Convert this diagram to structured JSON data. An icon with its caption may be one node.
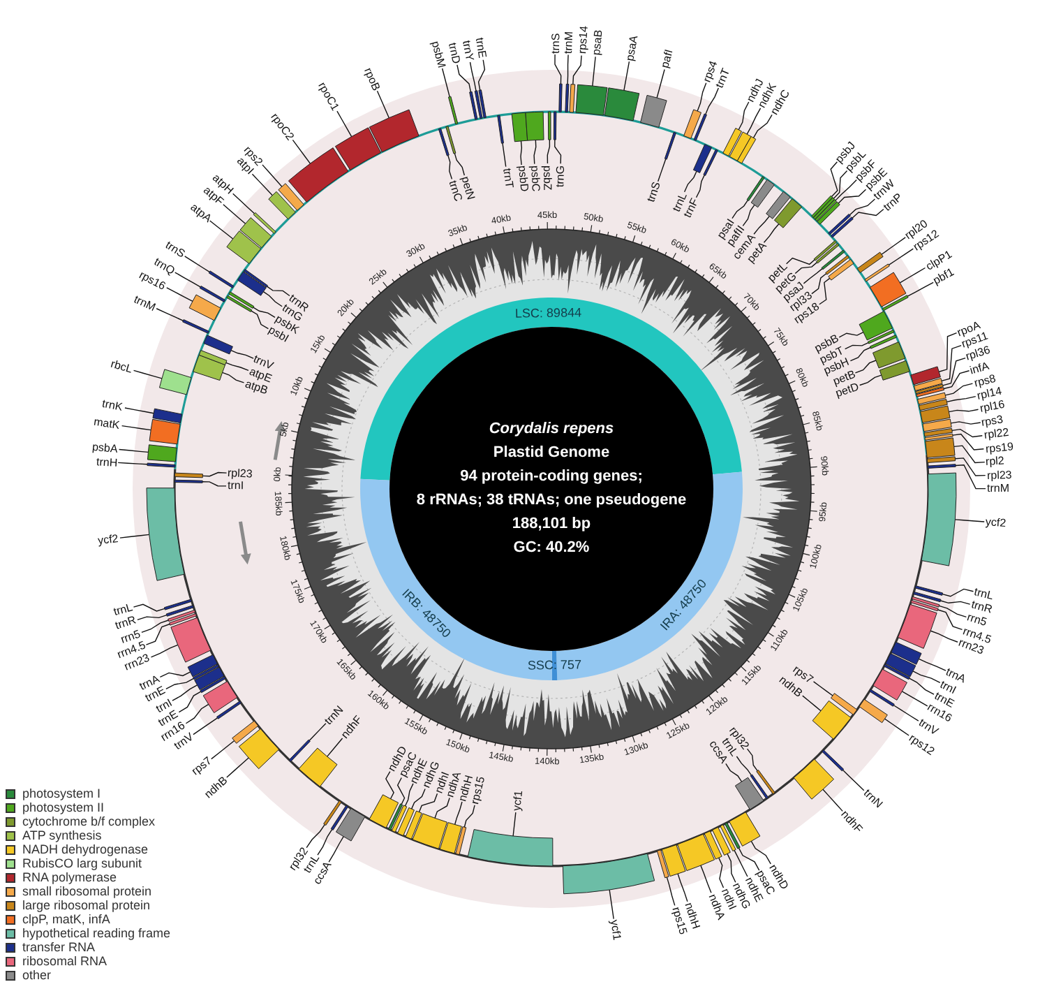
{
  "diagram": {
    "nodes": [
      {
        "text": [
          "Corydalis repens",
          "Plastid Genome",
          "94 protein-coding genes;",
          "8 rRNAs; 38 tRNAs; one pseudogene",
          "188,101 bp",
          "GC: 40.2%"
        ]
      },
      {
        "text": [
          "trnH"
        ]
      },
      {
        "text": [
          "psbA"
        ]
      },
      {
        "text": [
          "matK"
        ]
      },
      {
        "text": [
          "trnK"
        ]
      },
      {
        "text": [
          "rbcL"
        ]
      },
      {
        "text": [
          "atpB"
        ]
      },
      {
        "text": [
          "atpE"
        ]
      },
      {
        "text": [
          "trnV"
        ]
      },
      {
        "text": [
          "trnM"
        ]
      },
      {
        "text": [
          "rps16"
        ]
      },
      {
        "text": [
          "trnQ"
        ]
      },
      {
        "text": [
          "psbI"
        ]
      },
      {
        "text": [
          "psbK"
        ]
      },
      {
        "text": [
          "trnS"
        ]
      },
      {
        "text": [
          "trnG"
        ]
      },
      {
        "text": [
          "trnR"
        ]
      },
      {
        "text": [
          "atpA"
        ]
      },
      {
        "text": [
          "atpF"
        ]
      },
      {
        "text": [
          "atpH"
        ]
      },
      {
        "text": [
          "atpI"
        ]
      },
      {
        "text": [
          "rps2"
        ]
      },
      {
        "text": [
          "rpoC2"
        ]
      },
      {
        "text": [
          "rpoC1"
        ]
      },
      {
        "text": [
          "rpoB"
        ]
      },
      {
        "text": [
          "trnC"
        ]
      },
      {
        "text": [
          "petN"
        ]
      },
      {
        "text": [
          "psbM"
        ]
      },
      {
        "text": [
          "trnD"
        ]
      },
      {
        "text": [
          "trnY"
        ]
      },
      {
        "text": [
          "trnE"
        ]
      },
      {
        "text": [
          "trnT"
        ]
      },
      {
        "text": [
          "psbD"
        ]
      },
      {
        "text": [
          "psbC"
        ]
      },
      {
        "text": [
          "psbZ"
        ]
      },
      {
        "text": [
          "trnG"
        ]
      },
      {
        "text": [
          "trnS"
        ]
      },
      {
        "text": [
          "trnM"
        ]
      },
      {
        "text": [
          "rps14"
        ]
      },
      {
        "text": [
          "psaB"
        ]
      },
      {
        "text": [
          "psaA"
        ]
      },
      {
        "text": [
          "pafI"
        ]
      },
      {
        "text": [
          "trnS"
        ]
      },
      {
        "text": [
          "rps4"
        ]
      },
      {
        "text": [
          "trnT"
        ]
      },
      {
        "text": [
          "trnL"
        ]
      },
      {
        "text": [
          "trnF"
        ]
      },
      {
        "text": [
          "ndhJ"
        ]
      },
      {
        "text": [
          "ndhK"
        ]
      },
      {
        "text": [
          "ndhC"
        ]
      },
      {
        "text": [
          "psaI"
        ]
      },
      {
        "text": [
          "pafII"
        ]
      },
      {
        "text": [
          "cemA"
        ]
      },
      {
        "text": [
          "petA"
        ]
      },
      {
        "text": [
          "psbJ"
        ]
      },
      {
        "text": [
          "psbL"
        ]
      },
      {
        "text": [
          "psbF"
        ]
      },
      {
        "text": [
          "psbE"
        ]
      },
      {
        "text": [
          "trnW"
        ]
      },
      {
        "text": [
          "trnP"
        ]
      },
      {
        "text": [
          "petL"
        ]
      },
      {
        "text": [
          "petG"
        ]
      },
      {
        "text": [
          "psaJ"
        ]
      },
      {
        "text": [
          "rpl33"
        ]
      },
      {
        "text": [
          "rps18"
        ]
      },
      {
        "text": [
          "rpl20"
        ]
      },
      {
        "text": [
          "rps12"
        ]
      },
      {
        "text": [
          "clpP1"
        ]
      },
      {
        "text": [
          "psbB"
        ]
      },
      {
        "text": [
          "psbT"
        ]
      },
      {
        "text": [
          "pbf1"
        ]
      },
      {
        "text": [
          "psbH"
        ]
      },
      {
        "text": [
          "petB"
        ]
      },
      {
        "text": [
          "petD"
        ]
      },
      {
        "text": [
          "rpoA"
        ]
      },
      {
        "text": [
          "rps11"
        ]
      },
      {
        "text": [
          "rpl36"
        ]
      },
      {
        "text": [
          "infA"
        ]
      },
      {
        "text": [
          "rps8"
        ]
      },
      {
        "text": [
          "rpl14"
        ]
      },
      {
        "text": [
          "rpl16"
        ]
      },
      {
        "text": [
          "rps3"
        ]
      },
      {
        "text": [
          "rpl22"
        ]
      },
      {
        "text": [
          "rps19"
        ]
      },
      {
        "text": [
          "rpl2"
        ]
      },
      {
        "text": [
          "rpl23"
        ]
      },
      {
        "text": [
          "trnM"
        ]
      },
      {
        "text": [
          "ycf2"
        ]
      },
      {
        "text": [
          "trnL"
        ]
      },
      {
        "text": [
          "trnR"
        ]
      },
      {
        "text": [
          "rrn5"
        ]
      },
      {
        "text": [
          "rrn4.5"
        ]
      },
      {
        "text": [
          "rrn23"
        ]
      },
      {
        "text": [
          "trnA"
        ]
      },
      {
        "text": [
          "trnI"
        ]
      },
      {
        "text": [
          "trnE"
        ]
      },
      {
        "text": [
          "rrn16"
        ]
      },
      {
        "text": [
          "trnV"
        ]
      },
      {
        "text": [
          "rps12"
        ]
      },
      {
        "text": [
          "rps7"
        ]
      },
      {
        "text": [
          "ndhB"
        ]
      },
      {
        "text": [
          "trnN"
        ]
      },
      {
        "text": [
          "ndhF"
        ]
      },
      {
        "text": [
          "rpl32"
        ]
      },
      {
        "text": [
          "trnL"
        ]
      },
      {
        "text": [
          "ccsA"
        ]
      },
      {
        "text": [
          "ndhD"
        ]
      },
      {
        "text": [
          "psaC"
        ]
      },
      {
        "text": [
          "ndhE"
        ]
      },
      {
        "text": [
          "ndhG"
        ]
      },
      {
        "text": [
          "ndhI"
        ]
      },
      {
        "text": [
          "ndhA"
        ]
      },
      {
        "text": [
          "ndhH"
        ]
      },
      {
        "text": [
          "rps15"
        ]
      },
      {
        "text": [
          "ycf1"
        ]
      },
      {
        "text": [
          "ycf1"
        ]
      },
      {
        "text": [
          "rps15"
        ]
      },
      {
        "text": [
          "ndhH"
        ]
      },
      {
        "text": [
          "ndhA"
        ]
      },
      {
        "text": [
          "ndhI"
        ]
      },
      {
        "text": [
          "ndhG"
        ]
      },
      {
        "text": [
          "ndhE"
        ]
      },
      {
        "text": [
          "psaC"
        ]
      },
      {
        "text": [
          "ndhD"
        ]
      },
      {
        "text": [
          "ccsA"
        ]
      },
      {
        "text": [
          "trnL"
        ]
      },
      {
        "text": [
          "rpl32"
        ]
      },
      {
        "text": [
          "ndhF"
        ]
      },
      {
        "text": [
          "trnN"
        ]
      },
      {
        "text": [
          "ndhB"
        ]
      },
      {
        "text": [
          "rps7"
        ]
      },
      {
        "text": [
          "trnV"
        ]
      },
      {
        "text": [
          "rrn16"
        ]
      },
      {
        "text": [
          "trnE"
        ]
      },
      {
        "text": [
          "trnI"
        ]
      },
      {
        "text": [
          "trnE"
        ]
      },
      {
        "text": [
          "trnA"
        ]
      },
      {
        "text": [
          "rrn23"
        ]
      },
      {
        "text": [
          "rrn4.5"
        ]
      },
      {
        "text": [
          "rrn5"
        ]
      },
      {
        "text": [
          "trnR"
        ]
      },
      {
        "text": [
          "trnL"
        ]
      },
      {
        "text": [
          "ycf2"
        ]
      },
      {
        "text": [
          "trnI"
        ]
      },
      {
        "text": [
          "rpl23"
        ]
      },
      {
        "text": [],
        "shape": "bar"
      },
      {
        "text": [],
        "shape": "bar"
      },
      {
        "text": [],
        "shape": "bar"
      },
      {
        "text": [],
        "shape": "bar"
      },
      {
        "text": [],
        "shape": "bar"
      },
      {
        "text": [],
        "shape": "bar"
      },
      {
        "text": [],
        "shape": "bar"
      },
      {
        "text": [],
        "shape": "bar"
      },
      {
        "text": [],
        "shape": "bar"
      },
      {
        "text": [],
        "shape": "bar"
      },
      {
        "text": [],
        "shape": "bar"
      },
      {
        "text": [],
        "shape": "bar"
      },
      {
        "text": [],
        "shape": "bar"
      },
      {
        "text": [],
        "shape": "bar"
      },
      {
        "text": [],
        "shape": "bar"
      },
      {
        "text": [],
        "shape": "bar"
      },
      {
        "text": [],
        "shape": "bar"
      },
      {
        "text": [],
        "shape": "bar"
      },
      {
        "text": [],
        "shape": "bar"
      },
      {
        "text": [],
        "shape": "bar"
      },
      {
        "text": [],
        "shape": "bar"
      },
      {
        "text": [],
        "shape": "bar"
      },
      {
        "text": [],
        "shape": "bar"
      },
      {
        "text": [],
        "shape": "bar"
      },
      {
        "text": [],
        "shape": "bar"
      },
      {
        "text": [],
        "shape": "bar"
      },
      {
        "text": [],
        "shape": "bar"
      },
      {
        "text": [],
        "shape": "bar"
      },
      {
        "text": [],
        "shape": "bar"
      },
      {
        "text": [],
        "shape": "bar"
      },
      {
        "text": [],
        "shape": "bar"
      },
      {
        "text": [],
        "shape": "bar"
      },
      {
        "text": [],
        "shape": "bar"
      },
      {
        "text": [],
        "shape": "bar"
      },
      {
        "text": [],
        "shape": "bar"
      },
      {
        "text": [],
        "shape": "bar"
      },
      {
        "text": [],
        "shape": "bar"
      },
      {
        "text": [],
        "shape": "bar"
      },
      {
        "text": [],
        "shape": "bar"
      },
      {
        "text": [],
        "shape": "bar"
      },
      {
        "text": [],
        "shape": "bar"
      },
      {
        "text": [],
        "shape": "bar"
      },
      {
        "text": [],
        "shape": "bar"
      },
      {
        "text": [],
        "shape": "bar"
      },
      {
        "text": [],
        "shape": "bar"
      },
      {
        "text": [],
        "shape": "bar"
      },
      {
        "text": [],
        "shape": "bar"
      },
      {
        "text": [],
        "shape": "bar"
      },
      {
        "text": [],
        "shape": "bar"
      },
      {
        "text": [],
        "shape": "bar"
      },
      {
        "text": [],
        "shape": "bar"
      },
      {
        "text": [],
        "shape": "bar"
      },
      {
        "text": [],
        "shape": "bar"
      },
      {
        "text": [],
        "shape": "bar"
      },
      {
        "text": [],
        "shape": "bar"
      },
      {
        "text": [],
        "shape": "bar"
      },
      {
        "text": [],
        "shape": "bar"
      },
      {
        "text": [],
        "shape": "bar"
      },
      {
        "text": [],
        "shape": "bar"
      },
      {
        "text": [],
        "shape": "bar"
      },
      {
        "text": [],
        "shape": "bar"
      },
      {
        "text": [],
        "shape": "bar"
      },
      {
        "text": [],
        "shape": "bar"
      },
      {
        "text": [],
        "shape": "bar"
      },
      {
        "text": [],
        "shape": "bar"
      },
      {
        "text": [],
        "shape": "bar"
      },
      {
        "text": [],
        "shape": "bar"
      },
      {
        "text": [],
        "shape": "bar"
      },
      {
        "text": [],
        "shape": "bar"
      },
      {
        "text": [],
        "shape": "bar"
      },
      {
        "text": [],
        "shape": "bar"
      },
      {
        "text": [],
        "shape": "bar"
      },
      {
        "text": [],
        "shape": "bar"
      },
      {
        "text": [],
        "shape": "bar"
      },
      {
        "text": [],
        "shape": "bar"
      },
      {
        "text": [],
        "shape": "bar"
      },
      {
        "text": [],
        "shape": "bar"
      },
      {
        "text": [],
        "shape": "bar"
      },
      {
        "text": [],
        "shape": "bar"
      },
      {
        "text": [],
        "shape": "bar"
      },
      {
        "text": [],
        "shape": "bar"
      },
      {
        "text": [],
        "shape": "bar"
      },
      {
        "text": [],
        "shape": "bar"
      },
      {
        "text": [],
        "shape": "bar"
      },
      {
        "text": [],
        "shape": "bar"
      },
      {
        "text": [],
        "shape": "bar"
      },
      {
        "text": [],
        "shape": "bar"
      },
      {
        "text": [],
        "shape": "bar"
      },
      {
        "text": [],
        "shape": "bar"
      },
      {
        "text": [],
        "shape": "bar"
      },
      {
        "text": [],
        "shape": "bar"
      },
      {
        "text": [],
        "shape": "bar"
      },
      {
        "text": [],
        "shape": "bar"
      },
      {
        "text": [],
        "shape": "bar"
      },
      {
        "text": [],
        "shape": "bar"
      },
      {
        "text": [],
        "shape": "bar"
      },
      {
        "text": [],
        "shape": "bar"
      },
      {
        "text": [],
        "shape": "bar"
      },
      {
        "text": [],
        "shape": "bar"
      },
      {
        "text": [],
        "shape": "bar"
      },
      {
        "text": [],
        "shape": "bar"
      },
      {
        "text": [],
        "shape": "bar"
      },
      {
        "text": [],
        "shape": "bar"
      },
      {
        "text": [],
        "shape": "bar"
      },
      {
        "text": [],
        "shape": "bar"
      },
      {
        "text": [],
        "shape": "bar"
      },
      {
        "text": [],
        "shape": "bar"
      },
      {
        "text": [],
        "shape": "bar"
      },
      {
        "text": [],
        "shape": "bar"
      },
      {
        "text": [],
        "shape": "bar"
      },
      {
        "text": [],
        "shape": "bar"
      },
      {
        "text": [],
        "shape": "bar"
      },
      {
        "text": [],
        "shape": "bar"
      },
      {
        "text": [],
        "shape": "bar"
      },
      {
        "text": [],
        "shape": "bar"
      },
      {
        "text": [],
        "shape": "bar"
      },
      {
        "text": [],
        "shape": "bar"
      },
      {
        "text": [],
        "shape": "bar"
      },
      {
        "text": [],
        "shape": "bar"
      },
      {
        "text": [],
        "shape": "bar"
      },
      {
        "text": [],
        "shape": "bar"
      },
      {
        "text": [],
        "shape": "bar"
      },
      {
        "text": [],
        "shape": "bar"
      },
      {
        "text": [],
        "shape": "bar"
      },
      {
        "text": [],
        "shape": "bar"
      },
      {
        "text": [],
        "shape": "bar"
      },
      {
        "text": [],
        "shape": "bar"
      },
      {
        "text": [],
        "shape": "bar"
      },
      {
        "text": [],
        "shape": "bar"
      },
      {
        "text": [],
        "shape": "bar"
      },
      {
        "text": [],
        "shape": "bar"
      },
      {
        "text": [],
        "shape": "bar"
      },
      {
        "text": [],
        "shape": "bar"
      },
      {
        "text": [],
        "shape": "bar"
      },
      {
        "text": [],
        "shape": "bar"
      },
      {
        "text": [],
        "shape": "bar"
      },
      {
        "text": [],
        "shape": "bar"
      },
      {
        "text": [],
        "shape": "bar"
      },
      {
        "text": [],
        "shape": "bar"
      },
      {
        "text": [],
        "shape": "bar"
      },
      {
        "text": [],
        "shape": "bar"
      },
      {
        "text": [],
        "shape": "bar"
      },
      {
        "text": [],
        "shape": "bar"
      },
      {
        "text": [],
        "shape": "bar"
      }
    ],
    "edges": [
      {
        "from": 1,
        "to": 145,
        "arrow": "none"
      },
      {
        "from": 2,
        "to": 146,
        "arrow": "none"
      },
      {
        "from": 3,
        "to": 147,
        "arrow": "none"
      },
      {
        "from": 4,
        "to": 148,
        "arrow": "none"
      },
      {
        "from": 5,
        "to": 149,
        "arrow": "none"
      },
      {
        "from": 6,
        "to": 150,
        "arrow": "none"
      },
      {
        "from": 7,
        "to": 151,
        "arrow": "none"
      },
      {
        "from": 8,
        "to": 152,
        "arrow": "none"
      },
      {
        "from": 9,
        "to": 153,
        "arrow": "none"
      },
      {
        "from": 10,
        "to": 154,
        "arrow": "none"
      },
      {
        "from": 11,
        "to": 155,
        "arrow": "none"
      },
      {
        "from": 12,
        "to": 156,
        "arrow": "none"
      },
      {
        "from": 13,
        "to": 157,
        "arrow": "none"
      },
      {
        "from": 14,
        "to": 158,
        "arrow": "none"
      },
      {
        "from": 15,
        "to": 159,
        "arrow": "none"
      },
      {
        "from": 16,
        "to": 160,
        "arrow": "none"
      },
      {
        "from": 17,
        "to": 161,
        "arrow": "none"
      },
      {
        "from": 18,
        "to": 162,
        "arrow": "none"
      },
      {
        "from": 19,
        "to": 163,
        "arrow": "none"
      },
      {
        "from": 20,
        "to": 164,
        "arrow": "none"
      },
      {
        "from": 21,
        "to": 165,
        "arrow": "none"
      },
      {
        "from": 22,
        "to": 166,
        "arrow": "none"
      },
      {
        "from": 23,
        "to": 167,
        "arrow": "none"
      },
      {
        "from": 24,
        "to": 168,
        "arrow": "none"
      },
      {
        "from": 25,
        "to": 169,
        "arrow": "none"
      },
      {
        "from": 26,
        "to": 170,
        "arrow": "none"
      },
      {
        "from": 27,
        "to": 171,
        "arrow": "none"
      },
      {
        "from": 28,
        "to": 172,
        "arrow": "none"
      },
      {
        "from": 29,
        "to": 173,
        "arrow": "none"
      },
      {
        "from": 30,
        "to": 174,
        "arrow": "none"
      },
      {
        "from": 31,
        "to": 175,
        "arrow": "none"
      },
      {
        "from": 32,
        "to": 176,
        "arrow": "none"
      },
      {
        "from": 33,
        "to": 177,
        "arrow": "none"
      },
      {
        "from": 34,
        "to": 178,
        "arrow": "none"
      },
      {
        "from": 35,
        "to": 179,
        "arrow": "none"
      },
      {
        "from": 36,
        "to": 180,
        "arrow": "none"
      },
      {
        "from": 37,
        "to": 181,
        "arrow": "none"
      },
      {
        "from": 38,
        "to": 182,
        "arrow": "none"
      },
      {
        "from": 39,
        "to": 183,
        "arrow": "none"
      },
      {
        "from": 40,
        "to": 184,
        "arrow": "none"
      },
      {
        "from": 41,
        "to": 185,
        "arrow": "none"
      },
      {
        "from": 42,
        "to": 186,
        "arrow": "none"
      },
      {
        "from": 43,
        "to": 187,
        "arrow": "none"
      },
      {
        "from": 44,
        "to": 188,
        "arrow": "none"
      },
      {
        "from": 45,
        "to": 189,
        "arrow": "none"
      },
      {
        "from": 46,
        "to": 190,
        "arrow": "none"
      },
      {
        "from": 47,
        "to": 191,
        "arrow": "none"
      },
      {
        "from": 48,
        "to": 192,
        "arrow": "none"
      },
      {
        "from": 49,
        "to": 193,
        "arrow": "none"
      },
      {
        "from": 50,
        "to": 194,
        "arrow": "none"
      },
      {
        "from": 51,
        "to": 195,
        "arrow": "none"
      },
      {
        "from": 52,
        "to": 196,
        "arrow": "none"
      },
      {
        "from": 53,
        "to": 197,
        "arrow": "none"
      },
      {
        "from": 54,
        "to": 198,
        "arrow": "none"
      },
      {
        "from": 55,
        "to": 199,
        "arrow": "none"
      },
      {
        "from": 56,
        "to": 200,
        "arrow": "none"
      },
      {
        "from": 57,
        "to": 201,
        "arrow": "none"
      },
      {
        "from": 58,
        "to": 202,
        "arrow": "none"
      },
      {
        "from": 59,
        "to": 203,
        "arrow": "none"
      },
      {
        "from": 60,
        "to": 204,
        "arrow": "none"
      },
      {
        "from": 61,
        "to": 205,
        "arrow": "none"
      },
      {
        "from": 62,
        "to": 206,
        "arrow": "none"
      },
      {
        "from": 63,
        "to": 207,
        "arrow": "none"
      },
      {
        "from": 64,
        "to": 208,
        "arrow": "none"
      },
      {
        "from": 65,
        "to": 209,
        "arrow": "none"
      },
      {
        "from": 66,
        "to": 210,
        "arrow": "none"
      },
      {
        "from": 67,
        "to": 211,
        "arrow": "none"
      },
      {
        "from": 68,
        "to": 212,
        "arrow": "none"
      },
      {
        "from": 69,
        "to": 213,
        "arrow": "none"
      },
      {
        "from": 70,
        "to": 214,
        "arrow": "none"
      },
      {
        "from": 71,
        "to": 215,
        "arrow": "none"
      },
      {
        "from": 72,
        "to": 216,
        "arrow": "none"
      },
      {
        "from": 73,
        "to": 217,
        "arrow": "none"
      },
      {
        "from": 74,
        "to": 218,
        "arrow": "none"
      },
      {
        "from": 75,
        "to": 219,
        "arrow": "none"
      },
      {
        "from": 76,
        "to": 220,
        "arrow": "none"
      },
      {
        "from": 77,
        "to": 221,
        "arrow": "none"
      },
      {
        "from": 78,
        "to": 222,
        "arrow": "none"
      },
      {
        "from": 79,
        "to": 223,
        "arrow": "none"
      },
      {
        "from": 80,
        "to": 224,
        "arrow": "none"
      },
      {
        "from": 81,
        "to": 225,
        "arrow": "none"
      },
      {
        "from": 82,
        "to": 226,
        "arrow": "none"
      },
      {
        "from": 83,
        "to": 227,
        "arrow": "none"
      },
      {
        "from": 84,
        "to": 228,
        "arrow": "none"
      },
      {
        "from": 85,
        "to": 229,
        "arrow": "none"
      },
      {
        "from": 86,
        "to": 230,
        "arrow": "none"
      },
      {
        "from": 87,
        "to": 231,
        "arrow": "none"
      },
      {
        "from": 88,
        "to": 232,
        "arrow": "none"
      },
      {
        "from": 89,
        "to": 233,
        "arrow": "none"
      },
      {
        "from": 90,
        "to": 234,
        "arrow": "none"
      },
      {
        "from": 91,
        "to": 235,
        "arrow": "none"
      },
      {
        "from": 92,
        "to": 236,
        "arrow": "none"
      },
      {
        "from": 93,
        "to": 237,
        "arrow": "none"
      },
      {
        "from": 94,
        "to": 238,
        "arrow": "none"
      },
      {
        "from": 95,
        "to": 239,
        "arrow": "none"
      },
      {
        "from": 96,
        "to": 240,
        "arrow": "none"
      },
      {
        "from": 97,
        "to": 241,
        "arrow": "none"
      },
      {
        "from": 98,
        "to": 242,
        "arrow": "none"
      },
      {
        "from": 99,
        "to": 243,
        "arrow": "none"
      },
      {
        "from": 100,
        "to": 244,
        "arrow": "none"
      },
      {
        "from": 101,
        "to": 245,
        "arrow": "none"
      },
      {
        "from": 102,
        "to": 246,
        "arrow": "none"
      },
      {
        "from": 103,
        "to": 247,
        "arrow": "none"
      },
      {
        "from": 104,
        "to": 248,
        "arrow": "none"
      },
      {
        "from": 105,
        "to": 249,
        "arrow": "none"
      },
      {
        "from": 106,
        "to": 250,
        "arrow": "none"
      },
      {
        "from": 107,
        "to": 251,
        "arrow": "none"
      },
      {
        "from": 108,
        "to": 252,
        "arrow": "none"
      },
      {
        "from": 109,
        "to": 253,
        "arrow": "none"
      },
      {
        "from": 110,
        "to": 254,
        "arrow": "none"
      },
      {
        "from": 111,
        "to": 255,
        "arrow": "none"
      },
      {
        "from": 112,
        "to": 256,
        "arrow": "none"
      },
      {
        "from": 113,
        "to": 257,
        "arrow": "none"
      },
      {
        "from": 114,
        "to": 258,
        "arrow": "none"
      },
      {
        "from": 115,
        "to": 259,
        "arrow": "none"
      },
      {
        "from": 116,
        "to": 260,
        "arrow": "none"
      },
      {
        "from": 117,
        "to": 261,
        "arrow": "none"
      },
      {
        "from": 118,
        "to": 262,
        "arrow": "none"
      },
      {
        "from": 119,
        "to": 263,
        "arrow": "none"
      },
      {
        "from": 120,
        "to": 264,
        "arrow": "none"
      },
      {
        "from": 121,
        "to": 265,
        "arrow": "none"
      },
      {
        "from": 122,
        "to": 266,
        "arrow": "none"
      },
      {
        "from": 123,
        "to": 267,
        "arrow": "none"
      },
      {
        "from": 124,
        "to": 268,
        "arrow": "none"
      },
      {
        "from": 125,
        "to": 269,
        "arrow": "none"
      },
      {
        "from": 126,
        "to": 270,
        "arrow": "none"
      },
      {
        "from": 127,
        "to": 271,
        "arrow": "none"
      },
      {
        "from": 128,
        "to": 272,
        "arrow": "none"
      },
      {
        "from": 129,
        "to": 273,
        "arrow": "none"
      },
      {
        "from": 130,
        "to": 274,
        "arrow": "none"
      },
      {
        "from": 131,
        "to": 275,
        "arrow": "none"
      },
      {
        "from": 132,
        "to": 276,
        "arrow": "none"
      },
      {
        "from": 133,
        "to": 277,
        "arrow": "none"
      },
      {
        "from": 134,
        "to": 278,
        "arrow": "none"
      },
      {
        "from": 135,
        "to": 279,
        "arrow": "none"
      },
      {
        "from": 136,
        "to": 280,
        "arrow": "none"
      },
      {
        "from": 137,
        "to": 281,
        "arrow": "none"
      },
      {
        "from": 138,
        "to": 282,
        "arrow": "none"
      },
      {
        "from": 139,
        "to": 283,
        "arrow": "none"
      },
      {
        "from": 140,
        "to": 284,
        "arrow": "none"
      },
      {
        "from": 141,
        "to": 285,
        "arrow": "none"
      },
      {
        "from": 142,
        "to": 286,
        "arrow": "none"
      },
      {
        "from": 143,
        "to": 287,
        "arrow": "none"
      },
      {
        "from": 144,
        "to": 288,
        "arrow": "none"
      }
    ],
    "labels": [
      "LSC: 89844",
      "IRA: 48750",
      "SSC: 757",
      "IRB: 48750",
      "0kb",
      "5kb",
      "10kb",
      "15kb",
      "20kb",
      "25kb",
      "30kb",
      "35kb",
      "40kb",
      "45kb",
      "50kb",
      "55kb",
      "60kb",
      "65kb",
      "70kb",
      "75kb",
      "80kb",
      "85kb",
      "90kb",
      "95kb",
      "100kb",
      "105kb",
      "110kb",
      "115kb",
      "120kb",
      "125kb",
      "130kb",
      "135kb",
      "140kb",
      "145kb",
      "150kb",
      "155kb",
      "160kb",
      "165kb",
      "170kb",
      "175kb",
      "180kb",
      "185kb"
    ],
    "legend": [
      {
        "text": "photosystem I",
        "color": "#2a8a3c"
      },
      {
        "text": "photosystem II",
        "color": "#4fa81e"
      },
      {
        "text": "cytochrome b/f complex",
        "color": "#7f9a2e"
      },
      {
        "text": "ATP synthesis",
        "color": "#9fc24b"
      },
      {
        "text": "NADH dehydrogenase",
        "color": "#f5c825"
      },
      {
        "text": "RubisCO larg subunit",
        "color": "#9ee08e"
      },
      {
        "text": "RNA polymerase",
        "color": "#b2272d"
      },
      {
        "text": "small ribosomal protein",
        "color": "#f5a94a"
      },
      {
        "text": "large ribosomal protein",
        "color": "#c8861a"
      },
      {
        "text": "clpP, matK, infA",
        "color": "#f26e22"
      },
      {
        "text": "hypothetical reading frame",
        "color": "#6cbda6"
      },
      {
        "text": "transfer RNA",
        "color": "#1c2f8c"
      },
      {
        "text": "ribosomal RNA",
        "color": "#e9677c"
      },
      {
        "text": "other",
        "color": "#8a8a8a"
      }
    ]
  }
}
